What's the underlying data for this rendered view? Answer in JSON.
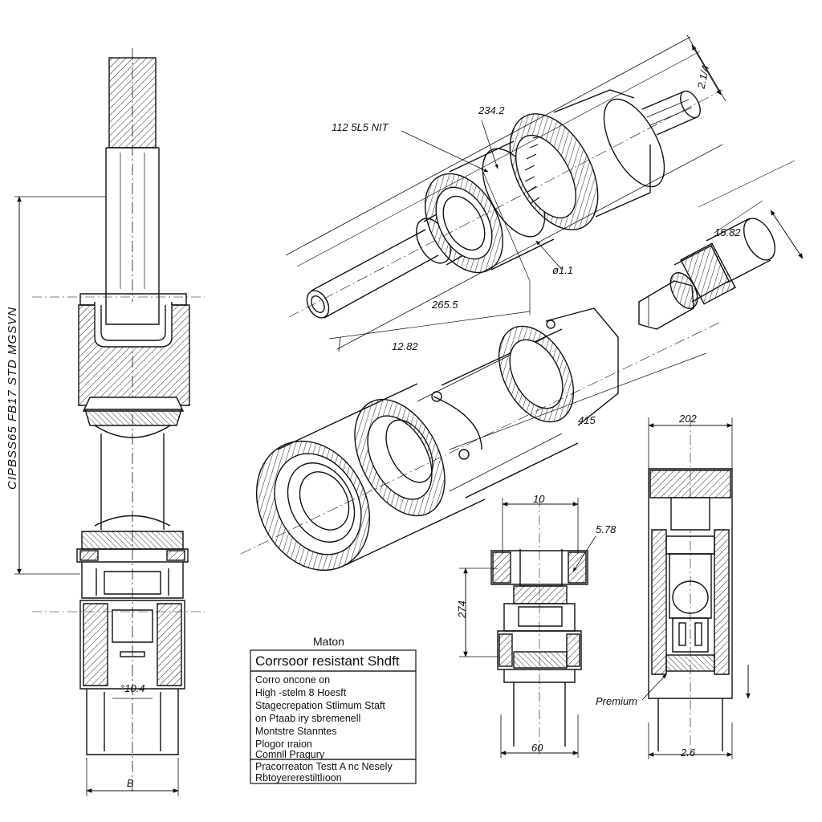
{
  "drawing": {
    "side_label": "CIPBSS65 FB17 STD MGSVN",
    "dims": {
      "left_bottom_width": "B",
      "left_inner_dia": "°10.4",
      "top_part_no": "112  5L5 NIT",
      "top_upper": "234.2",
      "top_right_angle": "2.1/4",
      "top_small": "ø1.1",
      "top_length": "265.5",
      "top_base": "12.82",
      "right_upper": "15.82",
      "mid_length": "415",
      "sec1_top": "10",
      "sec1_right": "5.78",
      "sec1_height": "274",
      "sec1_bottom": "60",
      "sec2_top": "202",
      "sec2_bottom": "2.6",
      "sec2_callout": "Premium"
    },
    "legend": {
      "title": "Maton",
      "heading": "Corrsoor resistant Shdft",
      "lines": [
        "Corro oncone on",
        "High -stelm 8 Hoesft",
        "Stagecrepation Stlimum Staft",
        "on Ptaab iry sbremenell",
        "Montstre Stanntes",
        "Plogor ıraion",
        "Comnll Pragury"
      ],
      "footer": [
        "Pracorreaton Testt A nc Nesely",
        "Rbtoyererestiltlıoon"
      ]
    }
  }
}
